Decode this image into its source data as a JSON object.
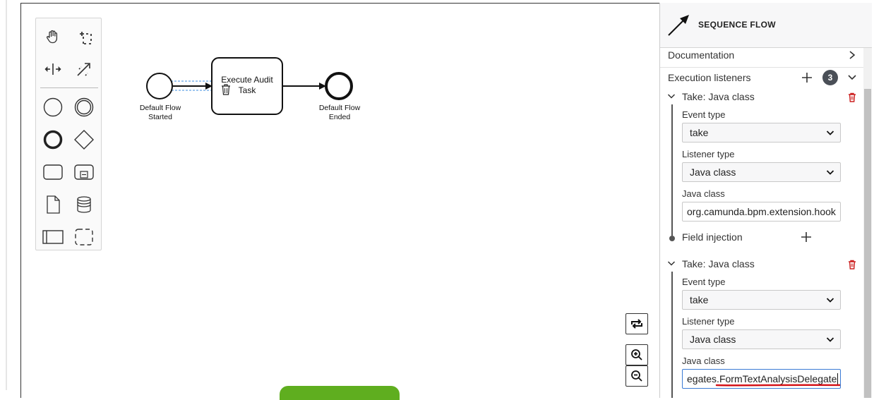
{
  "diagram": {
    "start_event_label": "Default Flow\nStarted",
    "task_label": "Execute Audit\nTask",
    "end_event_label": "Default Flow\nEnded"
  },
  "palette": {
    "tools": [
      "hand-tool",
      "lasso-tool",
      "space-tool",
      "global-connect-tool",
      "create-start-event",
      "create-intermediate-event",
      "create-end-event",
      "create-gateway",
      "create-task",
      "create-subprocess",
      "create-data-object",
      "create-data-store",
      "create-pool",
      "create-group"
    ]
  },
  "panel": {
    "title": "SEQUENCE FLOW",
    "documentation_label": "Documentation",
    "execution_listeners_label": "Execution listeners",
    "listener_count": "3",
    "listeners": [
      {
        "title": "Take: Java class",
        "event_type_label": "Event type",
        "event_type_value": "take",
        "listener_type_label": "Listener type",
        "listener_type_value": "Java class",
        "java_class_label": "Java class",
        "java_class_value": "org.camunda.bpm.extension.hook",
        "field_injection_label": "Field injection"
      },
      {
        "title": "Take: Java class",
        "event_type_label": "Event type",
        "event_type_value": "take",
        "listener_type_label": "Listener type",
        "listener_type_value": "Java class",
        "java_class_label": "Java class",
        "java_class_value_prefix": "egates.",
        "java_class_value_highlight": "FormTextAnalysisDelegate"
      }
    ]
  },
  "colors": {
    "delete_icon": "#cc1f1f",
    "selection_dash": "#3d8fe0",
    "badge": "#4a4f57",
    "green_button": "#5fae1f",
    "underline": "#d4141a"
  }
}
